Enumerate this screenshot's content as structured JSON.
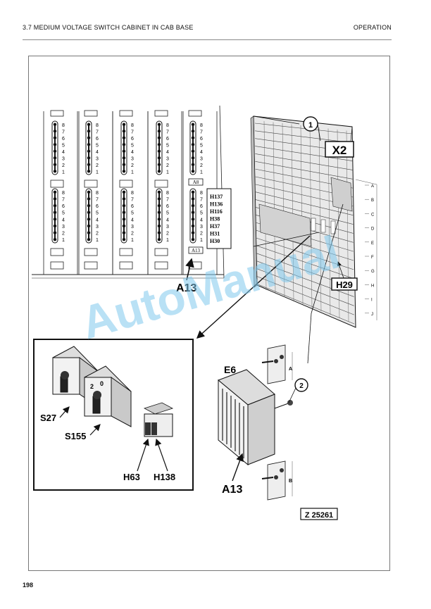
{
  "header": {
    "section_title": "3.7 MEDIUM VOLTAGE SWITCH CABINET IN CAB BASE",
    "chapter": "OPERATION"
  },
  "page_number": "198",
  "watermark": "AutoManual",
  "figure": {
    "callouts": {
      "c1": "1",
      "c2": "2"
    },
    "labels": {
      "x2": "X2",
      "h29": "H29",
      "a13_top": "A13",
      "a8": "A8",
      "a13_small": "A13",
      "e6": "E6",
      "a13_unit": "A13",
      "s27": "S27",
      "s155": "S155",
      "h63": "H63",
      "h138": "H138",
      "switch_pos_2": "2",
      "switch_pos_0": "0",
      "ref_code": "Z 25261",
      "bracket_a": "A",
      "bracket_b": "B"
    },
    "lamp_list": [
      "H137",
      "H136",
      "H116",
      "H38",
      "H37",
      "H31",
      "H30"
    ],
    "row_letters": [
      "A",
      "B",
      "C",
      "D",
      "E",
      "F",
      "G",
      "H",
      "I",
      "J"
    ],
    "pin_numbers": [
      "8",
      "7",
      "6",
      "5",
      "4",
      "3",
      "2",
      "1"
    ]
  }
}
